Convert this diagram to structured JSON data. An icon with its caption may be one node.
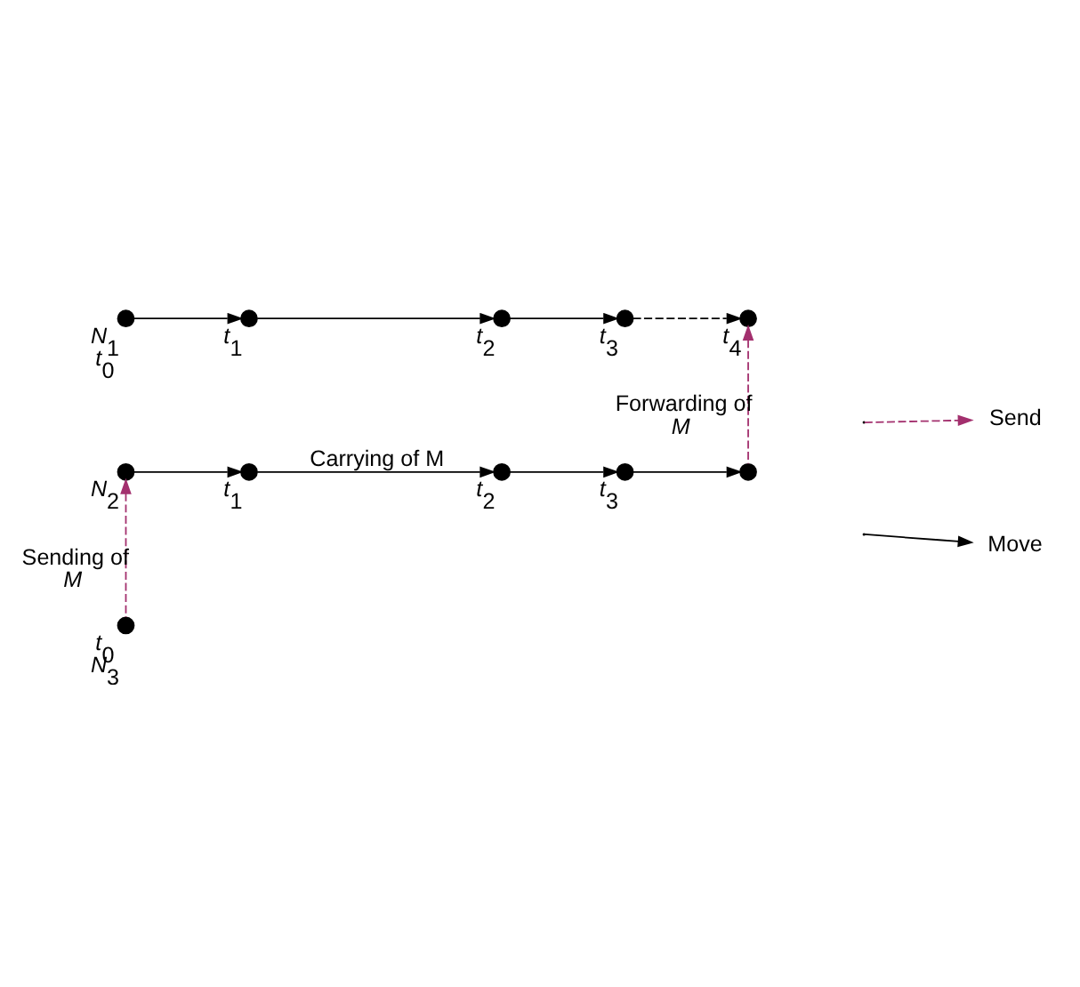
{
  "diagram": {
    "nodes": [
      {
        "text": [],
        "shape": "circle",
        "beside": [
          "*N*$_{1}$",
          "*t*$_{0}$"
        ]
      },
      {
        "text": [],
        "shape": "circle",
        "beside": [
          "*t*$_{1}$"
        ]
      },
      {
        "text": [],
        "shape": "circle",
        "beside": [
          "*t*$_{2}$"
        ]
      },
      {
        "text": [],
        "shape": "circle",
        "beside": [
          "*t*$_{3}$"
        ]
      },
      {
        "text": [],
        "shape": "circle",
        "beside": [
          "*t*$_{4}$"
        ]
      },
      {
        "text": [],
        "shape": "circle",
        "beside": [
          "*N*$_{2}$"
        ]
      },
      {
        "text": [],
        "shape": "circle",
        "beside": [
          "*t*$_{0}$",
          "*N*$_{3}$"
        ]
      },
      {
        "text": [],
        "shape": "circle",
        "beside": [
          "*t*$_{1}$"
        ]
      },
      {
        "text": [],
        "shape": "circle",
        "beside": [
          "*t*$_{2}$"
        ]
      },
      {
        "text": [],
        "shape": "circle",
        "beside": [
          "*t*$_{3}$"
        ]
      },
      {
        "text": [],
        "shape": "circle"
      }
    ],
    "edges": [
      {
        "from": 0,
        "to": 1,
        "arrow": "to"
      },
      {
        "from": 1,
        "to": 2,
        "arrow": "to"
      },
      {
        "from": 2,
        "to": 3,
        "arrow": "to"
      },
      {
        "from": 3,
        "to": 4,
        "arrow": "to",
        "style": "dashed"
      },
      {
        "from": 6,
        "to": 5,
        "arrow": "to",
        "style": "dashed",
        "color": "#a3306e",
        "label": "Sending of *M*"
      },
      {
        "from": 5,
        "to": 7,
        "arrow": "to"
      },
      {
        "from": 7,
        "to": 8,
        "arrow": "to",
        "label": "Carrying of M"
      },
      {
        "from": 8,
        "to": 9,
        "arrow": "to"
      },
      {
        "from": 9,
        "to": 10,
        "arrow": "to"
      },
      {
        "from": 10,
        "to": 4,
        "arrow": "to",
        "style": "dashed",
        "color": "#a3306e",
        "label": "Forwarding of *M*"
      }
    ],
    "legend": [
      {
        "text": "Send"
      },
      {
        "text": "Move"
      }
    ]
  }
}
